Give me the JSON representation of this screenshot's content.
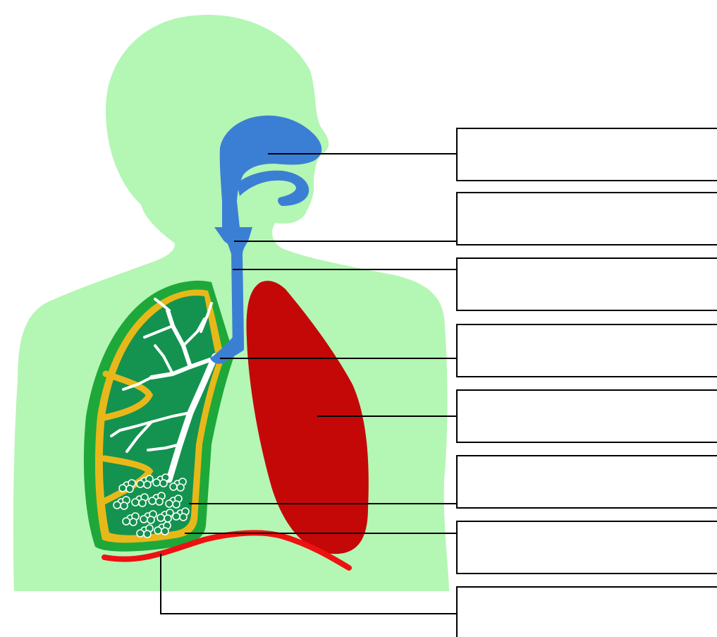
{
  "diagram": {
    "colors": {
      "background": "#ffffff",
      "body_silhouette": "#b4f6b4",
      "airway": "#3b7fd4",
      "lung_cutaway_fill": "#13934f",
      "lung_outer_lining": "#1ea83a",
      "pleura_lining": "#e8b81a",
      "bronchial_tree": "#ffffff",
      "lung_solid": "#c40808",
      "diaphragm": "#ee1111",
      "leader_lines": "#000000"
    },
    "parts": [
      {
        "name": "nasal-cavity",
        "color_key": "airway"
      },
      {
        "name": "mouth",
        "color_key": "airway"
      },
      {
        "name": "larynx",
        "color_key": "airway"
      },
      {
        "name": "trachea",
        "color_key": "airway"
      },
      {
        "name": "bronchus",
        "color_key": "airway"
      },
      {
        "name": "bronchial-tree",
        "color_key": "bronchial_tree"
      },
      {
        "name": "alveoli",
        "color_key": "lung_cutaway_fill"
      },
      {
        "name": "lung-cutaway",
        "color_key": "lung_cutaway_fill"
      },
      {
        "name": "lung-solid",
        "color_key": "lung_solid"
      },
      {
        "name": "diaphragm",
        "color_key": "diaphragm"
      }
    ],
    "label_boxes": [
      {
        "text": ""
      },
      {
        "text": ""
      },
      {
        "text": ""
      },
      {
        "text": ""
      },
      {
        "text": ""
      },
      {
        "text": ""
      },
      {
        "text": ""
      },
      {
        "text": ""
      }
    ]
  }
}
